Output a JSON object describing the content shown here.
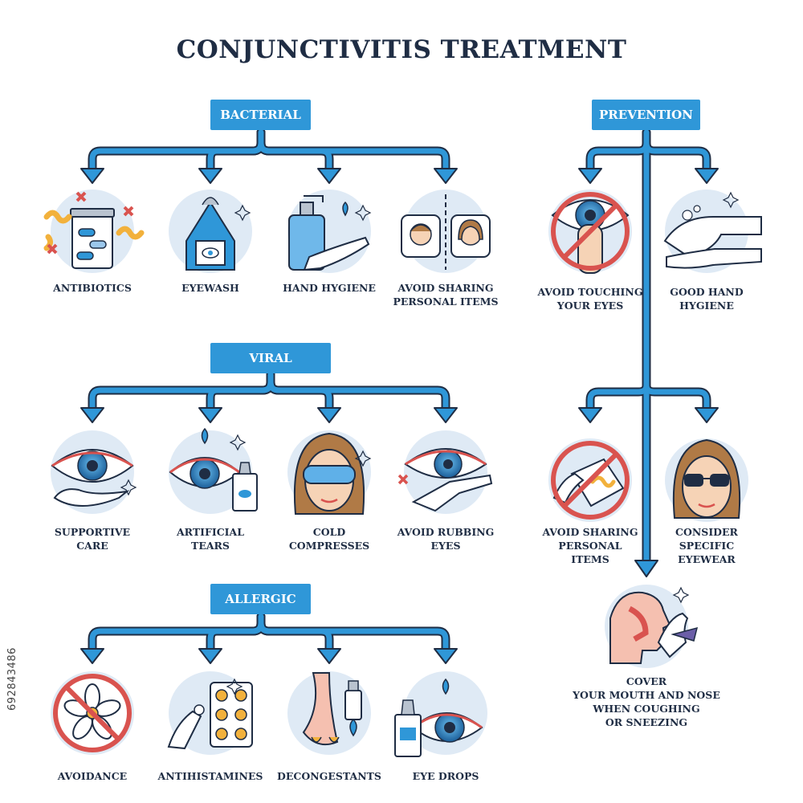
{
  "title": "CONJUNCTIVITIS TREATMENT",
  "stock_id": "692843486",
  "colors": {
    "accent": "#2f97d8",
    "circle": "#dfeaf5",
    "text": "#1f2d44",
    "forbid": "#d9534f"
  },
  "categories": {
    "bacterial": {
      "label": "BACTERIAL",
      "items": [
        {
          "label_lines": [
            "ANTIBIOTICS"
          ],
          "icon": "pill-bottle-icon"
        },
        {
          "label_lines": [
            "EYEWASH"
          ],
          "icon": "eyewash-bottle-icon"
        },
        {
          "label_lines": [
            "HAND HYGIENE"
          ],
          "icon": "soap-dispenser-icon"
        },
        {
          "label_lines": [
            "AVOID SHARING",
            "PERSONAL ITEMS"
          ],
          "icon": "separate-pillows-icon"
        }
      ]
    },
    "viral": {
      "label": "VIRAL",
      "items": [
        {
          "label_lines": [
            "SUPPORTIVE",
            "CARE"
          ],
          "icon": "eye-in-hand-icon"
        },
        {
          "label_lines": [
            "ARTIFICIAL",
            "TEARS"
          ],
          "icon": "eye-drop-bottle-icon"
        },
        {
          "label_lines": [
            "COLD",
            "COMPRESSES"
          ],
          "icon": "eye-mask-icon"
        },
        {
          "label_lines": [
            "AVOID RUBBING",
            "EYES"
          ],
          "icon": "rubbing-eye-icon"
        }
      ]
    },
    "allergic": {
      "label": "ALLERGIC",
      "items": [
        {
          "label_lines": [
            "AVOIDANCE"
          ],
          "icon": "no-flower-icon"
        },
        {
          "label_lines": [
            "ANTIHISTAMINES"
          ],
          "icon": "pill-blister-icon"
        },
        {
          "label_lines": [
            "DECONGESTANTS"
          ],
          "icon": "nasal-spray-icon"
        },
        {
          "label_lines": [
            "EYE DROPS"
          ],
          "icon": "eye-drops-icon"
        }
      ]
    },
    "prevention": {
      "label": "PREVENTION",
      "items": [
        {
          "label_lines": [
            "AVOID TOUCHING",
            "YOUR EYES"
          ],
          "icon": "no-touch-eye-icon"
        },
        {
          "label_lines": [
            "GOOD HAND",
            "HYGIENE"
          ],
          "icon": "washing-hands-icon"
        },
        {
          "label_lines": [
            "AVOID SHARING",
            "PERSONAL",
            "ITEMS"
          ],
          "icon": "no-sharing-tissue-icon"
        },
        {
          "label_lines": [
            "CONSIDER",
            "SPECIFIC",
            "EYEWEAR"
          ],
          "icon": "sunglasses-face-icon"
        },
        {
          "label_lines": [
            "COVER",
            "YOUR MOUTH AND NOSE",
            "WHEN COUGHING",
            "OR SNEEZING"
          ],
          "icon": "cover-mouth-icon"
        }
      ]
    }
  }
}
